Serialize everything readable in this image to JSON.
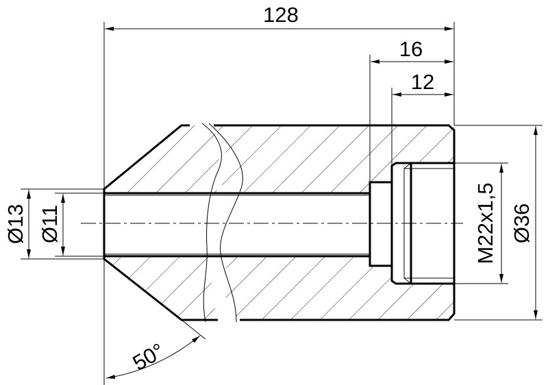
{
  "drawing": {
    "dimensions": {
      "overall_length": "128",
      "counterbore_depth_16": "16",
      "thread_depth_12": "12",
      "outer_diameter": "Ø36",
      "thread": "M22x1,5",
      "diameter_13": "Ø13",
      "diameter_11": "Ø11",
      "chamfer_angle": "50°"
    }
  }
}
